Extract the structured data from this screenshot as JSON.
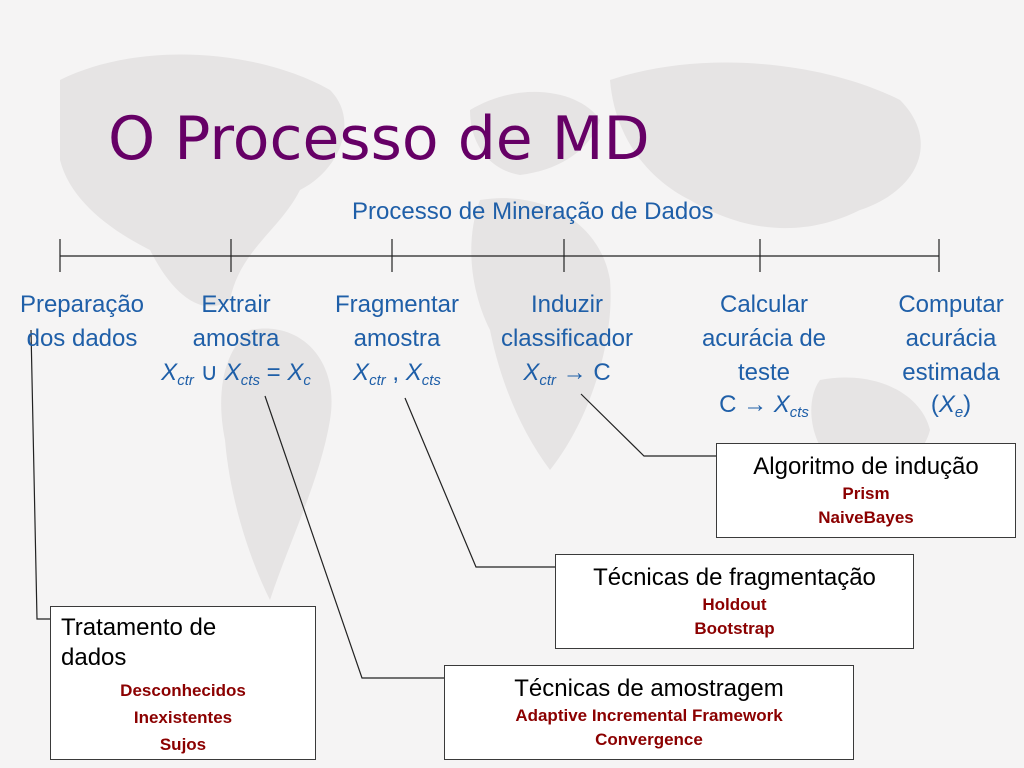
{
  "title": "O Processo de MD",
  "subtitle": "Processo de Mineração de Dados",
  "steps": [
    {
      "line1": "Preparação",
      "line2": "dos dados"
    },
    {
      "line1": "Extrair",
      "line2": "amostra",
      "f_x1": "X",
      "f_s1": "ctr",
      "f_op": " ∪ ",
      "f_x2": "X",
      "f_s2": "cts",
      "f_eq": " = ",
      "f_x3": "X",
      "f_s3": "c"
    },
    {
      "line1": "Fragmentar",
      "line2": "amostra",
      "f_x1": "X",
      "f_s1": "ctr",
      "f_op": " , ",
      "f_x2": "X",
      "f_s2": "cts"
    },
    {
      "line1": "Induzir",
      "line2": "classificador",
      "f_x1": "X",
      "f_s1": "ctr",
      "f_arrow": " → ",
      "f_c": "C"
    },
    {
      "line1": "Calcular",
      "line2": "acurácia de",
      "line3": "teste",
      "f_c": "C",
      "f_arrow": " → ",
      "f_x1": "X",
      "f_s1": "cts"
    },
    {
      "line1": "Computar",
      "line2": "acurácia",
      "line3": "estimada",
      "f_open": "(",
      "f_x1": "X",
      "f_s1": "e",
      "f_close": ")"
    }
  ],
  "boxes": {
    "inducao": {
      "heading": "Algoritmo de indução",
      "items": [
        "Prism",
        "NaiveBayes"
      ]
    },
    "fragmentacao": {
      "heading": "Técnicas de fragmentação",
      "items": [
        "Holdout",
        "Bootstrap"
      ]
    },
    "amostragem": {
      "heading": "Técnicas de amostragem",
      "items": [
        "Adaptive Incremental Framework",
        "Convergence"
      ]
    },
    "tratamento": {
      "heading": "Tratamento de dados",
      "items": [
        "Desconhecidos",
        "Inexistentes",
        "Sujos"
      ]
    }
  },
  "colors": {
    "title": "#660066",
    "step_text": "#1f5fa8",
    "technique": "#8b0000",
    "background": "#f5f4f4"
  }
}
